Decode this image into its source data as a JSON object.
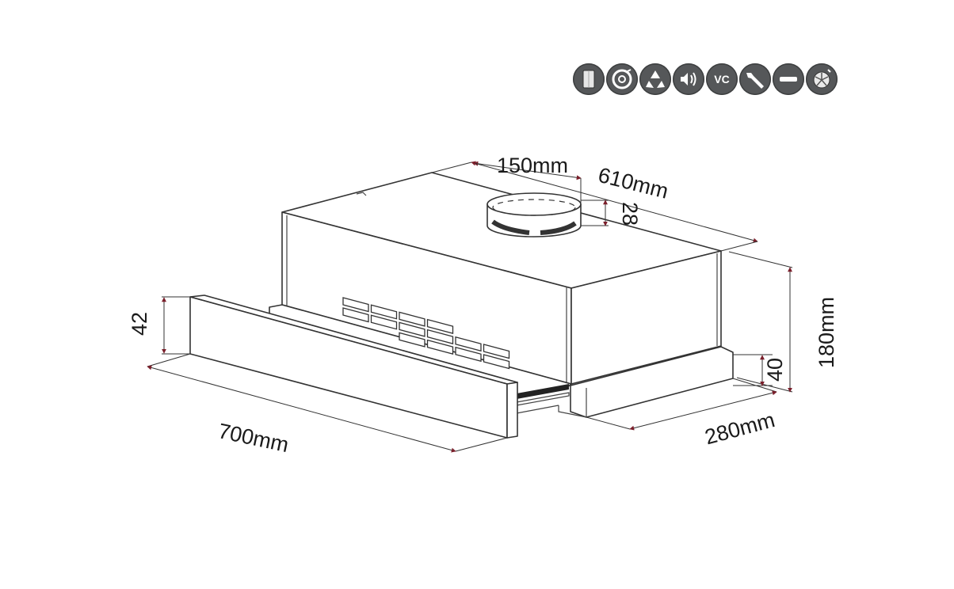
{
  "feature_icons": [
    {
      "name": "filter-panel-icon"
    },
    {
      "name": "disc-icon"
    },
    {
      "name": "recycle-icon"
    },
    {
      "name": "volume-icon"
    },
    {
      "name": "vc-badge-icon",
      "text": "VC"
    },
    {
      "name": "wrench-icon"
    },
    {
      "name": "minus-icon"
    },
    {
      "name": "fan-icon"
    }
  ],
  "dimensions": {
    "outlet_diameter": "150mm",
    "hood_width": "610mm",
    "collar_height": "28",
    "hood_height": "180mm",
    "base_height": "40",
    "depth": "280mm",
    "front_panel_height": "42",
    "front_panel_width": "700mm"
  },
  "colors": {
    "icon_background": "#555759",
    "line": "#333333",
    "dimension_arrow": "#7a1f2b"
  }
}
